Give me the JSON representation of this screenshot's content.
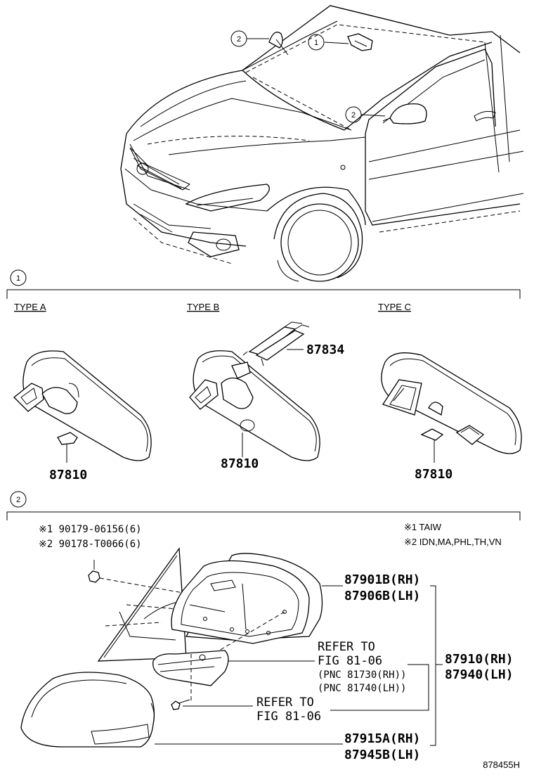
{
  "callouts": {
    "one": "1",
    "two": "2"
  },
  "section1": {
    "type_a": "TYPE A",
    "type_b": "TYPE B",
    "type_c": "TYPE C",
    "part_a": "87810",
    "part_b": "87810",
    "part_b_sensor": "87834",
    "part_c": "87810"
  },
  "section2": {
    "bolt1": "※1 90179-06156(6)",
    "bolt2": "※2 90178-T0066(6)",
    "note1": "※1 TAIW",
    "note2": "※2 IDN,MA,PHL,TH,VN",
    "glass_rh": "87901B(RH)",
    "glass_lh": "87906B(LH)",
    "refer1_line1": "REFER TO",
    "refer1_line2": "FIG 81-06",
    "refer1_line3": "(PNC 81730(RH))",
    "refer1_line4": "(PNC 81740(LH))",
    "assy_rh": "87910(RH)",
    "assy_lh": "87940(LH)",
    "refer2_line1": "REFER TO",
    "refer2_line2": "FIG 81-06",
    "cover_rh": "87915A(RH)",
    "cover_lh": "87945B(LH)"
  },
  "figure_id": "878455H"
}
